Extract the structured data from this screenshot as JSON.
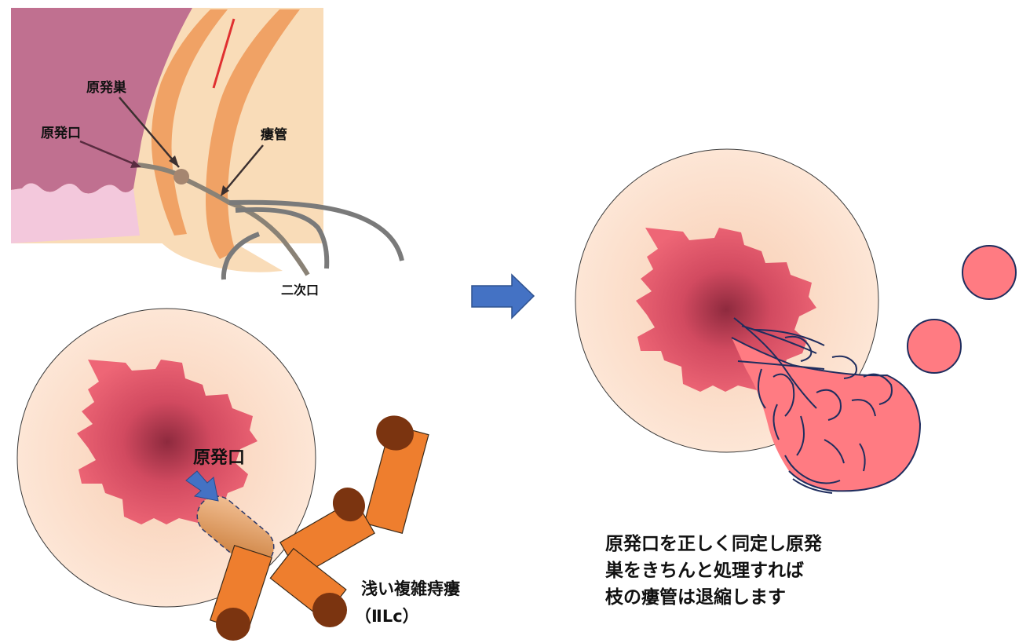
{
  "anatomy": {
    "label_primary_nest": "原発巣",
    "label_primary_opening": "原発口",
    "label_fistula_tract": "瘻管",
    "label_secondary_opening": "二次口"
  },
  "before": {
    "label_primary_opening": "原発口",
    "caption_line1": "浅い複雑痔瘻",
    "caption_line2": "（ⅡLc）"
  },
  "after": {
    "caption_line1": "原発口を正しく同定し原発",
    "caption_line2": "巣をきちんと処理すれば",
    "caption_line3": "枝の瘻管は退縮します"
  },
  "colors": {
    "skin": "#f9dcb8",
    "mucosa": "#c07090",
    "muscle": "#f0a265",
    "tube": "#ee7e2e",
    "tube_cap": "#7b3410",
    "arrow": "#4472c4",
    "lesion": "#e85d70",
    "bubble": "#ff7b82",
    "thread": "#1f2d5e"
  }
}
